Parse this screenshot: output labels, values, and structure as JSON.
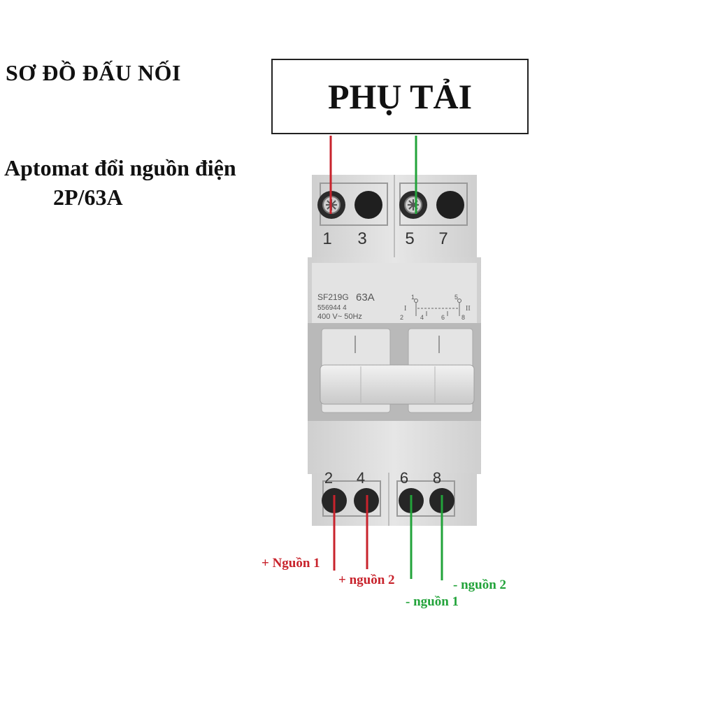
{
  "title": "SƠ ĐỒ ĐẤU NỐI",
  "subtitle_line1": "Aptomat đổi nguồn điện",
  "subtitle_line2": "2P/63A",
  "load_label": "PHỤ TẢI",
  "breaker": {
    "top_terminals": [
      "1",
      "3",
      "5",
      "7"
    ],
    "bottom_terminals": [
      "2",
      "4",
      "6",
      "8"
    ],
    "model_line": "SF219G",
    "rating": "63A",
    "code_line": "556944  4",
    "voltage_line": "400 V~  50Hz",
    "schematic_labels": [
      "1",
      "5",
      "I",
      "II",
      "2",
      "4",
      "6",
      "8"
    ]
  },
  "wires": {
    "plus_source_1": "+ Nguồn 1",
    "plus_source_2": "+ nguồn 2",
    "minus_source_1": "- nguồn 1",
    "minus_source_2": "- nguồn 2"
  },
  "colors": {
    "positive": "#c8232c",
    "negative": "#22a33a",
    "breaker_body": "#dcdcdc"
  },
  "icons": [
    "screw-terminal-icon",
    "switch-schematic-icon"
  ]
}
